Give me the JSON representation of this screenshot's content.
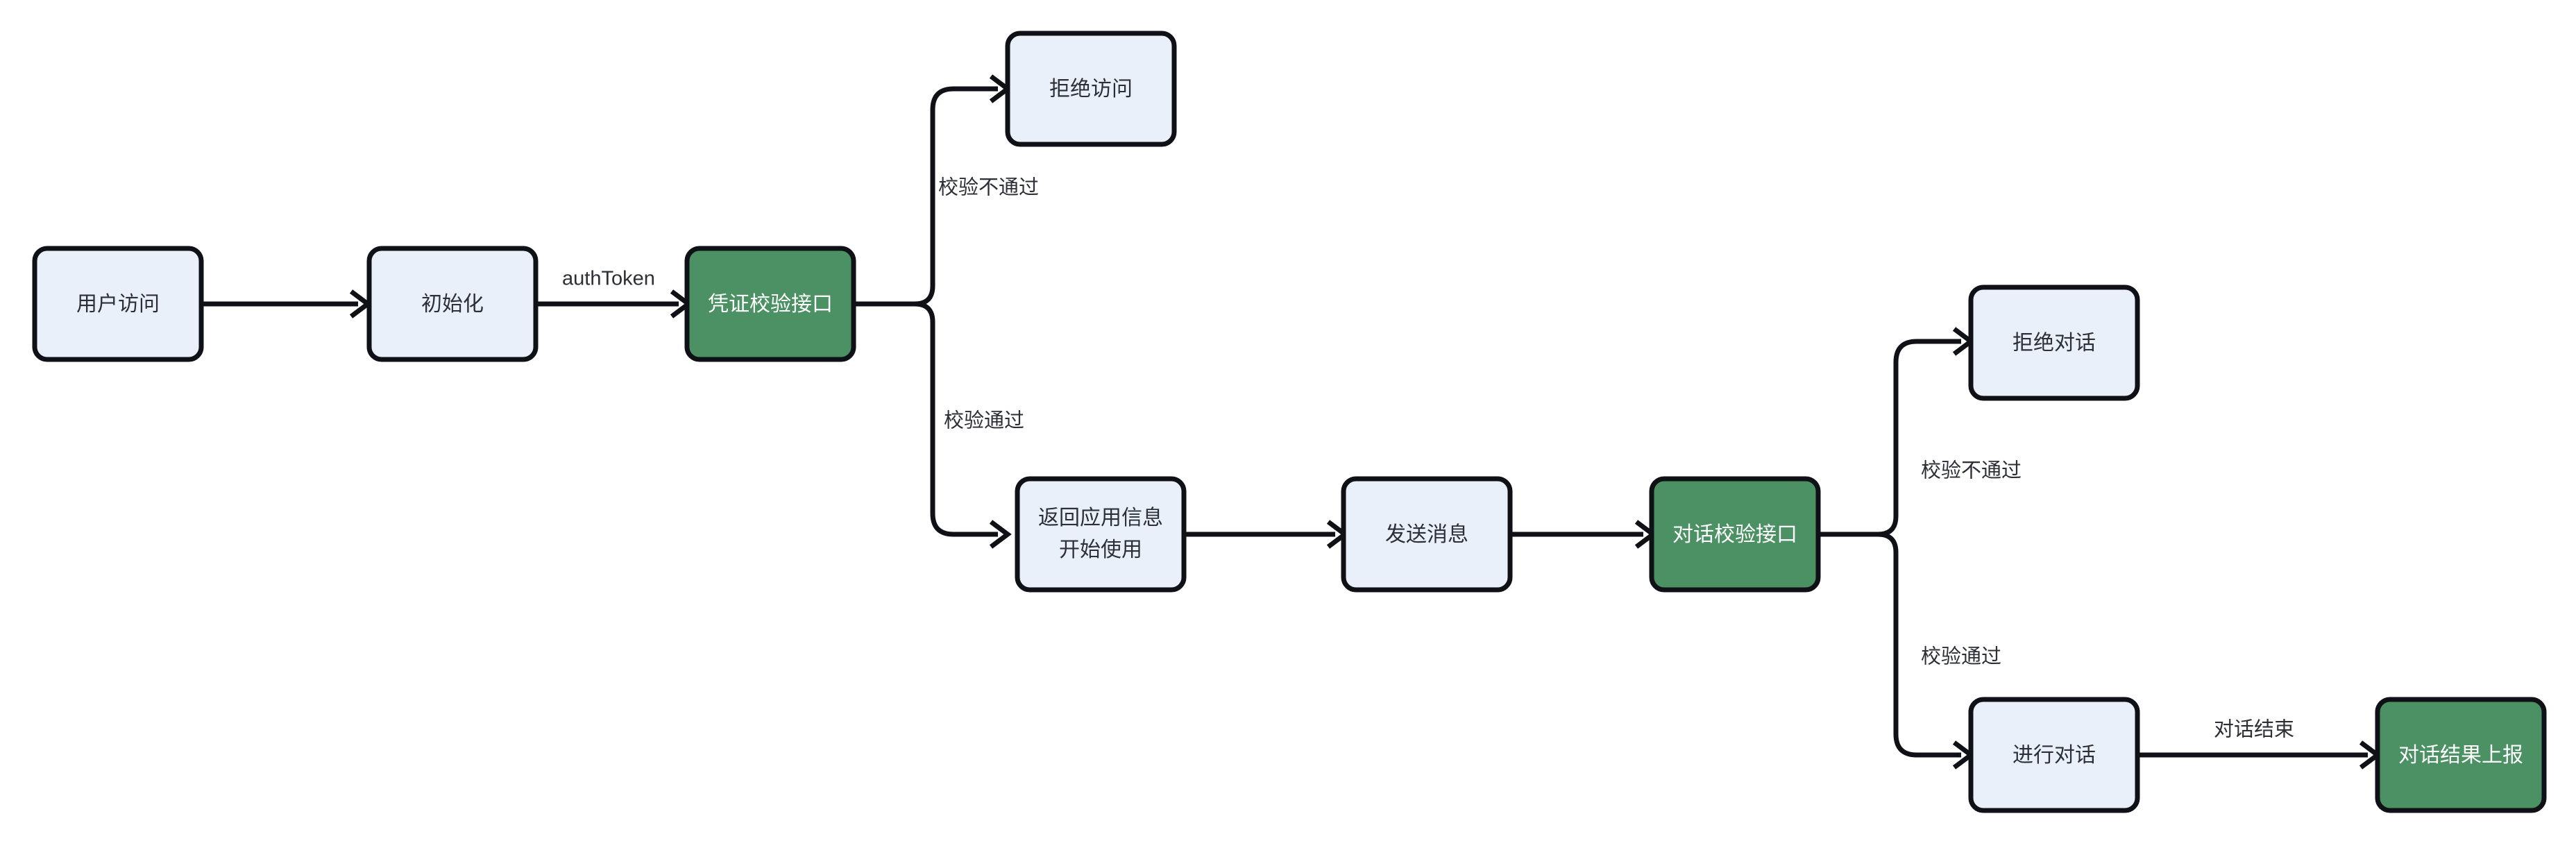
{
  "diagram": {
    "title": "",
    "background_color": "#ffffff",
    "palette": {
      "node_fill_default": "#eaf0fa",
      "node_fill_highlight": "#4b9163",
      "node_stroke": "#0f1117",
      "text_dark": "#2c2f36",
      "text_light": "#ffffff",
      "edge_stroke": "#0f1117"
    },
    "nodes": [
      {
        "id": "user-access",
        "label": "用户访问",
        "style": "default"
      },
      {
        "id": "initialize",
        "label": "初始化",
        "style": "default"
      },
      {
        "id": "credential-api",
        "label": "凭证校验接口",
        "style": "highlight"
      },
      {
        "id": "deny-access",
        "label": "拒绝访问",
        "style": "default"
      },
      {
        "id": "return-app-info",
        "label_line1": "返回应用信息",
        "label_line2": "开始使用",
        "style": "default"
      },
      {
        "id": "send-message",
        "label": "发送消息",
        "style": "default"
      },
      {
        "id": "dialog-verify-api",
        "label": "对话校验接口",
        "style": "highlight"
      },
      {
        "id": "deny-dialog",
        "label": "拒绝对话",
        "style": "default"
      },
      {
        "id": "conduct-dialog",
        "label": "进行对话",
        "style": "default"
      },
      {
        "id": "report-result",
        "label": "对话结果上报",
        "style": "highlight"
      }
    ],
    "edges": [
      {
        "id": "e1",
        "from": "user-access",
        "to": "initialize",
        "label": ""
      },
      {
        "id": "e2",
        "from": "initialize",
        "to": "credential-api",
        "label": "authToken"
      },
      {
        "id": "e3",
        "from": "credential-api",
        "to": "deny-access",
        "label": "校验不通过"
      },
      {
        "id": "e4",
        "from": "credential-api",
        "to": "return-app-info",
        "label": "校验通过"
      },
      {
        "id": "e5",
        "from": "return-app-info",
        "to": "send-message",
        "label": ""
      },
      {
        "id": "e6",
        "from": "send-message",
        "to": "dialog-verify-api",
        "label": ""
      },
      {
        "id": "e7",
        "from": "dialog-verify-api",
        "to": "deny-dialog",
        "label": "校验不通过"
      },
      {
        "id": "e8",
        "from": "dialog-verify-api",
        "to": "conduct-dialog",
        "label": "校验通过"
      },
      {
        "id": "e9",
        "from": "conduct-dialog",
        "to": "report-result",
        "label": "对话结束"
      }
    ]
  }
}
